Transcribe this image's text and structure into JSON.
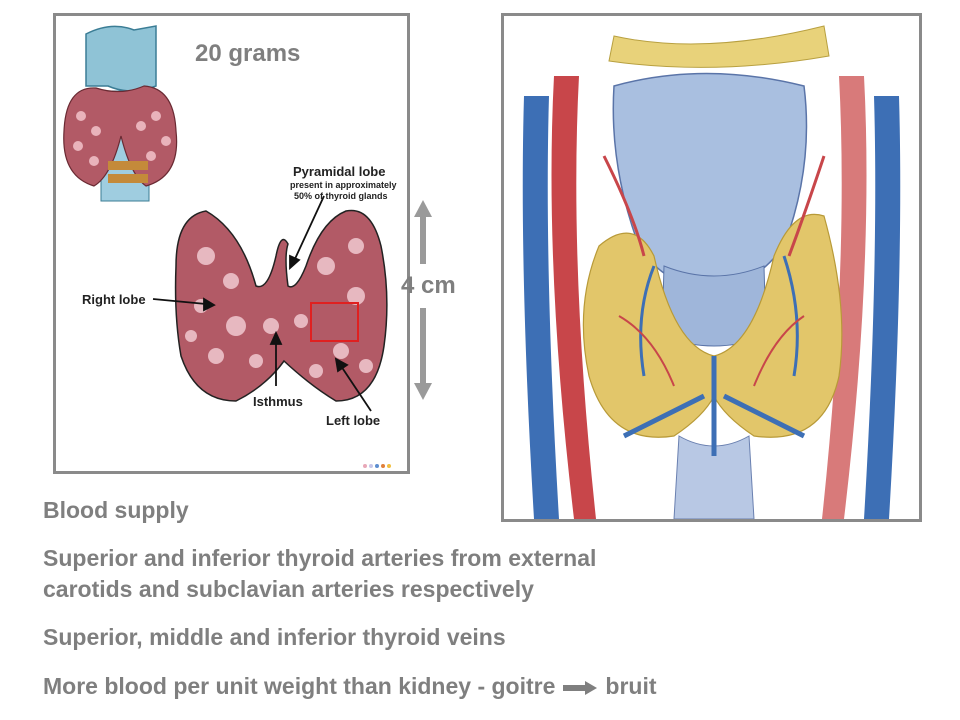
{
  "left_figure": {
    "weight_label": "20 grams",
    "size_label": "4 cm",
    "labels": {
      "pyramidal_title": "Pyramidal lobe",
      "pyramidal_note_1": "present in approximately",
      "pyramidal_note_2": "50% of thyroid glands",
      "right_lobe": "Right lobe",
      "isthmus": "Isthmus",
      "left_lobe": "Left lobe"
    }
  },
  "text": {
    "heading": "Blood supply",
    "line1a": "Superior and inferior thyroid arteries from external",
    "line1b": "carotids and subclavian arteries respectively",
    "line2": "Superior, middle and inferior thyroid veins",
    "line3a": "More blood per unit weight than kidney - goitre",
    "line3b": "bruit"
  },
  "colors": {
    "text_grey": "#7f7f7f",
    "gland": "#b25a66",
    "cartilage": "#8fc3d6",
    "artery": "#c8464a",
    "vein": "#3d6fb5",
    "fat": "#e2c66a"
  }
}
